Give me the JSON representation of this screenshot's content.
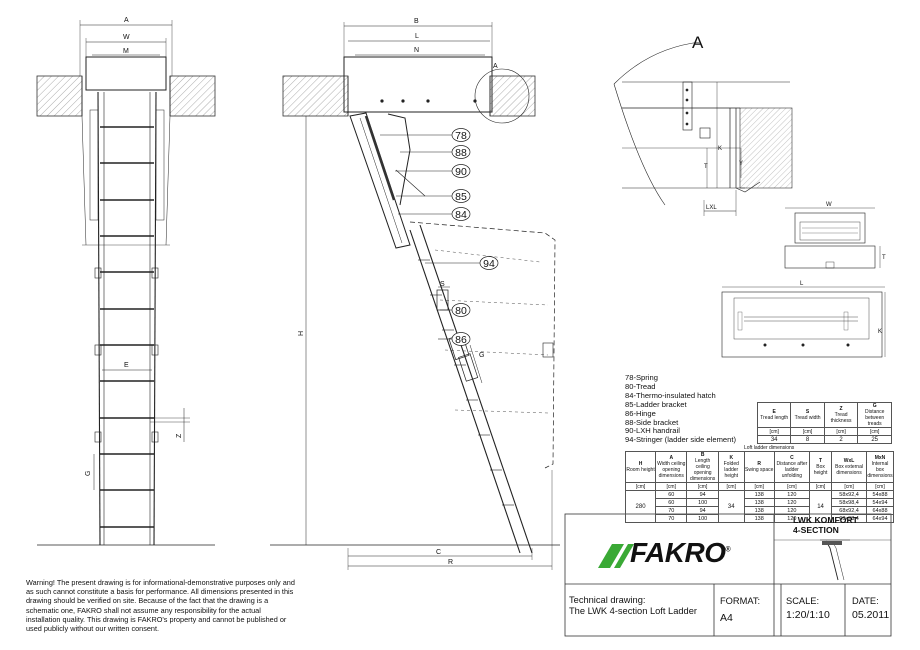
{
  "detail_label": "A",
  "callouts": [
    "78",
    "88",
    "90",
    "85",
    "84",
    "94",
    "80",
    "86"
  ],
  "dimension_labels": {
    "front": {
      "A": "A",
      "W": "W",
      "M": "M",
      "E": "E",
      "Z": "Z",
      "G": "G"
    },
    "side": {
      "B": "B",
      "L": "L",
      "N": "N",
      "A": "A",
      "H": "H",
      "S": "S",
      "G": "G",
      "C": "C",
      "R": "R"
    },
    "detail": {
      "K": "K",
      "T": "T",
      "Y": "Y",
      "LXL": "LXL"
    },
    "top_view": {
      "W": "W",
      "T": "T"
    },
    "plan_view": {
      "L": "L",
      "K": "K"
    }
  },
  "legend": [
    "78-Spring",
    "80-Tread",
    "84-Thermo-insulated hatch",
    "85-Ladder bracket",
    "86-Hinge",
    "88-Side bracket",
    "90-LXH handrail",
    "94-Stringer (ladder side element)"
  ],
  "tread_table": {
    "headers": [
      {
        "code": "E",
        "desc": "Tread length"
      },
      {
        "code": "S",
        "desc": "Tread width"
      },
      {
        "code": "Z",
        "desc": "Tread thickness"
      },
      {
        "code": "G",
        "desc": "Distance between treads"
      }
    ],
    "units": [
      "[cm]",
      "[cm]",
      "[cm]",
      "[cm]"
    ],
    "values": [
      "34",
      "8",
      "2",
      "25"
    ]
  },
  "main_table": {
    "caption": "Loft ladder dimensions",
    "headers": [
      {
        "code": "H",
        "desc": "Room height"
      },
      {
        "code": "A",
        "desc": "Width ceiling opening dimensions"
      },
      {
        "code": "B",
        "desc": "Length ceiling opening dimensions"
      },
      {
        "code": "K",
        "desc": "Folded ladder height"
      },
      {
        "code": "R",
        "desc": "Swing space"
      },
      {
        "code": "C",
        "desc": "Distance after ladder unfolding"
      },
      {
        "code": "T",
        "desc": "Box height"
      },
      {
        "code": "WxL",
        "desc": "Box external dimensions"
      },
      {
        "code": "MxN",
        "desc": "Internal box dimensions"
      }
    ],
    "units": [
      "[cm]",
      "[cm]",
      "[cm]",
      "[cm]",
      "[cm]",
      "[cm]",
      "[cm]",
      "[cm]",
      "[cm]"
    ],
    "H_value": "280",
    "K_value": "34",
    "T_value": "14",
    "rows": [
      {
        "A": "60",
        "B": "94",
        "R": "138",
        "C": "120",
        "WxL": "58x92,4",
        "MxN": "54x88"
      },
      {
        "A": "60",
        "B": "100",
        "R": "138",
        "C": "120",
        "WxL": "58x98,4",
        "MxN": "54x94"
      },
      {
        "A": "70",
        "B": "94",
        "R": "138",
        "C": "120",
        "WxL": "68x92,4",
        "MxN": "64x88"
      },
      {
        "A": "70",
        "B": "100",
        "R": "138",
        "C": "120",
        "WxL": "68x98,4",
        "MxN": "64x94"
      }
    ]
  },
  "title_block": {
    "model_line1": "LWK KOMFORT",
    "model_line2": "4-SECTION",
    "brand": "FAKRO",
    "brand_mark": "®",
    "description_label": "Technical drawing:",
    "description": "The LWK 4-section Loft Ladder",
    "format_label": "FORMAT:",
    "format": "A4",
    "scale_label": "SCALE:",
    "scale": "1:20/1:10",
    "date_label": "DATE:",
    "date": "05.2011"
  },
  "warning": "Warning! The present drawing is for informational-demonstrative purposes only and as such cannot constitute a basis for performance. All dimensions presented in this drawing should be verified on site. Because of the fact that the drawing is a schematic one, FAKRO shall not assume any responsibility for the actual installation quality. This drawing is FAKRO's property and cannot be published  or used publicly without our written consent.",
  "colors": {
    "line": "#222222",
    "hatch": "#777777",
    "brand_green": "#3aa935"
  }
}
